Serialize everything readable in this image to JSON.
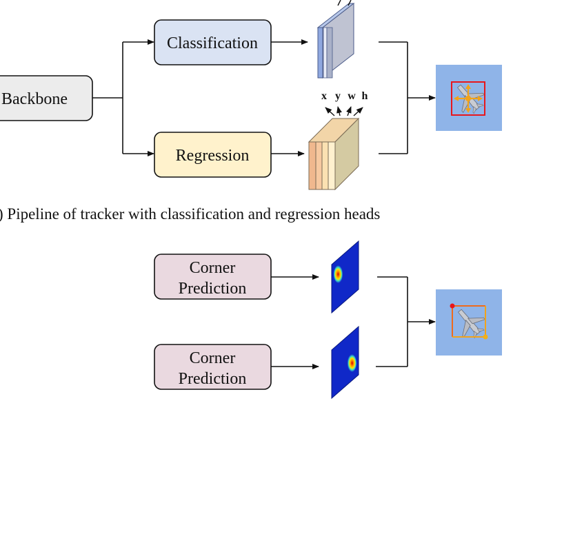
{
  "top_section": {
    "backbone_label": "Backbone",
    "classification_label": "Classification",
    "regression_label": "Regression",
    "regression_outputs": [
      "x",
      "y",
      "w",
      "h"
    ],
    "caption": ") Pipeline of tracker with classification and regression heads"
  },
  "bottom_section": {
    "corner_top": [
      "Corner",
      "Prediction"
    ],
    "corner_bottom": [
      "Corner",
      "Prediction"
    ]
  },
  "colors": {
    "backbone_fill": "#ececec",
    "classification_fill": "#dae3f3",
    "regression_fill": "#fff2cc",
    "corner_fill": "#ead9e0",
    "sky": "#8fb4e8",
    "bbox_red": "#e8161b",
    "bbox_orange": "#f2a31a",
    "heatmap_blue": "#1028c8"
  },
  "icons": {
    "result_top": "airplane-tracking-result-icon",
    "result_bottom": "airplane-corner-result-icon"
  }
}
